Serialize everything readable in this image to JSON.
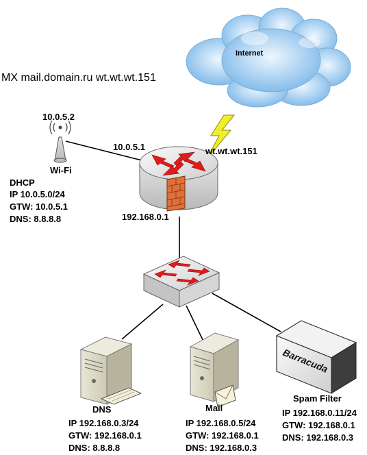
{
  "title": "MX mail.domain.ru wt.wt.wt.151",
  "internet": {
    "label": "Internet"
  },
  "router": {
    "wan_ip": "wt.wt.wt.151",
    "wifi_side_ip": "10.0.5.1",
    "lan_ip": "192.168.0.1"
  },
  "wifi": {
    "ip": "10.0.5.2",
    "label": "Wi-Fi",
    "dhcp": "DHCP",
    "ip_range": "IP 10.0.5.0/24",
    "gateway": "GTW: 10.0.5.1",
    "dns": "DNS: 8.8.8.8"
  },
  "dns_server": {
    "label": "DNS",
    "ip": "IP 192.168.0.3/24",
    "gateway": "GTW: 192.168.0.1",
    "dns": "DNS: 8.8.8.8"
  },
  "mail_server": {
    "label": "Mail",
    "ip": "IP 192.168.0.5/24",
    "gateway": "GTW: 192.168.0.1",
    "dns": "DNS: 192.168.0.3"
  },
  "spam_filter": {
    "brand": "Barracuda",
    "label": "Spam Filter",
    "ip": "IP 192.168.0.11/24",
    "gateway": "GTW: 192.168.0.1",
    "dns": "DNS: 192.168.0.3"
  },
  "colors": {
    "cloud": "#8fc3ec",
    "device_gray": "#d6d6d6",
    "arrow_red": "#e11b1b",
    "lightning": "#f2ee2a",
    "firewall": "#e0703a"
  }
}
